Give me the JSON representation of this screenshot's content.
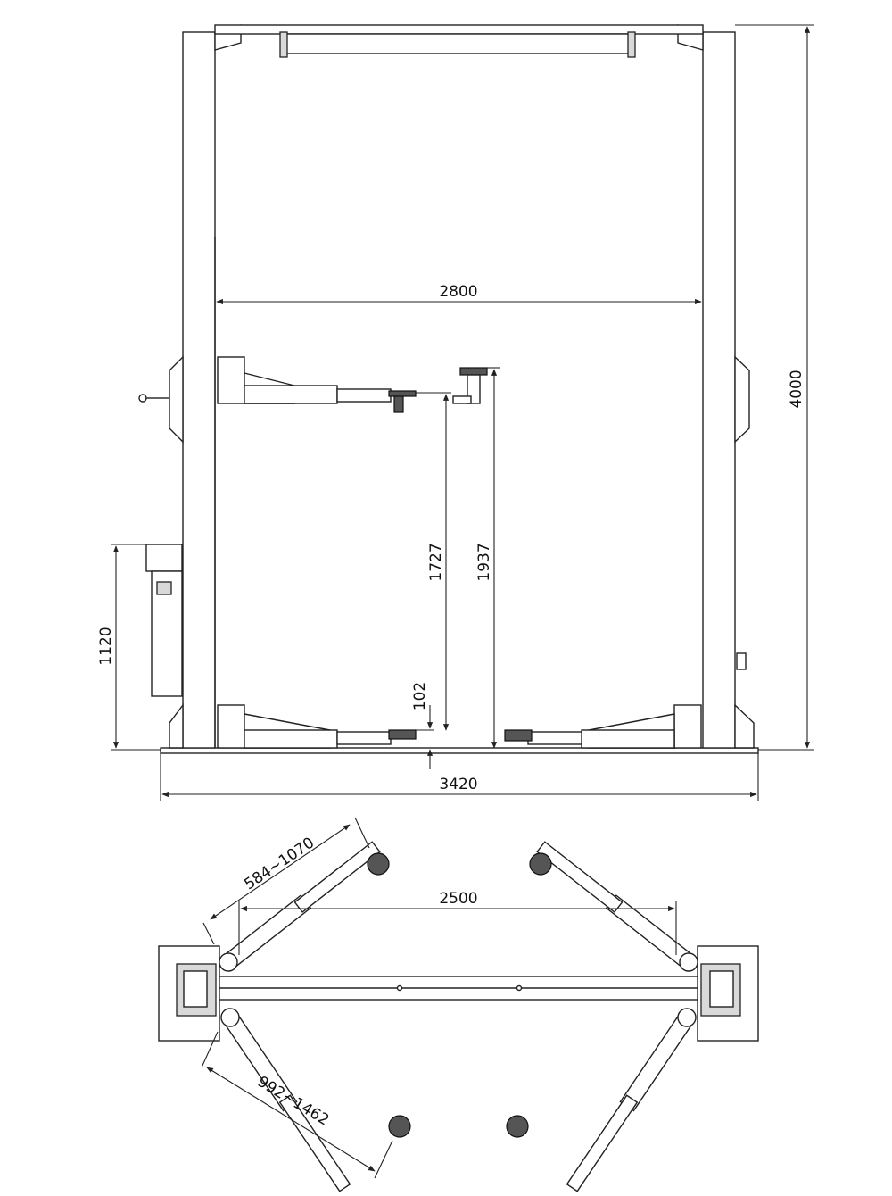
{
  "dimensions": {
    "column_spacing": "2800",
    "overall_height": "4000",
    "overall_width": "3420",
    "lift_height_low": "1727",
    "lift_height_high": "1937",
    "pad_height": "102",
    "power_unit_height": "1120",
    "drive_through": "2500",
    "short_arm_range": "584~1070",
    "long_arm_range": "992~1462"
  },
  "colors": {
    "line": "#222222",
    "background": "#ffffff"
  }
}
